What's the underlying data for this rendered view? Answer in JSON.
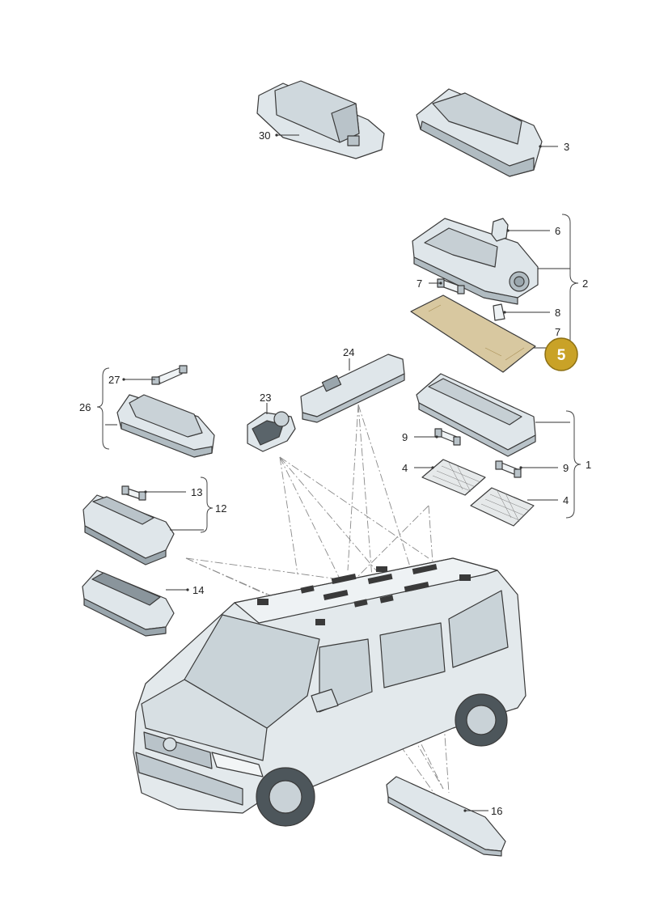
{
  "parts": [
    {
      "id": "p30",
      "label": "30",
      "icon": "roof-light-housing-icon"
    },
    {
      "id": "p3",
      "label": "3",
      "icon": "interior-light-module-icon"
    },
    {
      "id": "p6",
      "label": "6",
      "icon": "bulb-socket-icon"
    },
    {
      "id": "p2",
      "label": "2",
      "icon": "reading-light-assembly-icon"
    },
    {
      "id": "p7a",
      "label": "7",
      "icon": "festoon-bulb-icon"
    },
    {
      "id": "p8",
      "label": "8",
      "icon": "wedge-bulb-icon"
    },
    {
      "id": "p7b",
      "label": "7",
      "icon": "lens-cover-icon"
    },
    {
      "id": "p24",
      "label": "24",
      "icon": "led-light-strip-icon"
    },
    {
      "id": "p27",
      "label": "27",
      "icon": "festoon-bulb-icon"
    },
    {
      "id": "p26",
      "label": "26",
      "icon": "luggage-light-icon"
    },
    {
      "id": "p23",
      "label": "23",
      "icon": "spot-light-icon"
    },
    {
      "id": "p9a",
      "label": "9",
      "icon": "festoon-bulb-icon"
    },
    {
      "id": "p9b",
      "label": "9",
      "icon": "festoon-bulb-icon"
    },
    {
      "id": "p1",
      "label": "1",
      "icon": "interior-light-icon"
    },
    {
      "id": "p4a",
      "label": "4",
      "icon": "diffuser-lens-icon"
    },
    {
      "id": "p4b",
      "label": "4",
      "icon": "diffuser-lens-icon"
    },
    {
      "id": "p13",
      "label": "13",
      "icon": "festoon-bulb-icon"
    },
    {
      "id": "p12",
      "label": "12",
      "icon": "door-light-assembly-icon"
    },
    {
      "id": "p14",
      "label": "14",
      "icon": "door-light-icon"
    },
    {
      "id": "p16",
      "label": "16",
      "icon": "entry-light-strip-icon"
    }
  ],
  "highlight": {
    "label": "5",
    "color": "#c9a227"
  },
  "colors": {
    "part_fill": "#dfe6ea",
    "part_shade": "#b9c3c9",
    "line": "#333333",
    "lens": "#d8c8a0"
  }
}
